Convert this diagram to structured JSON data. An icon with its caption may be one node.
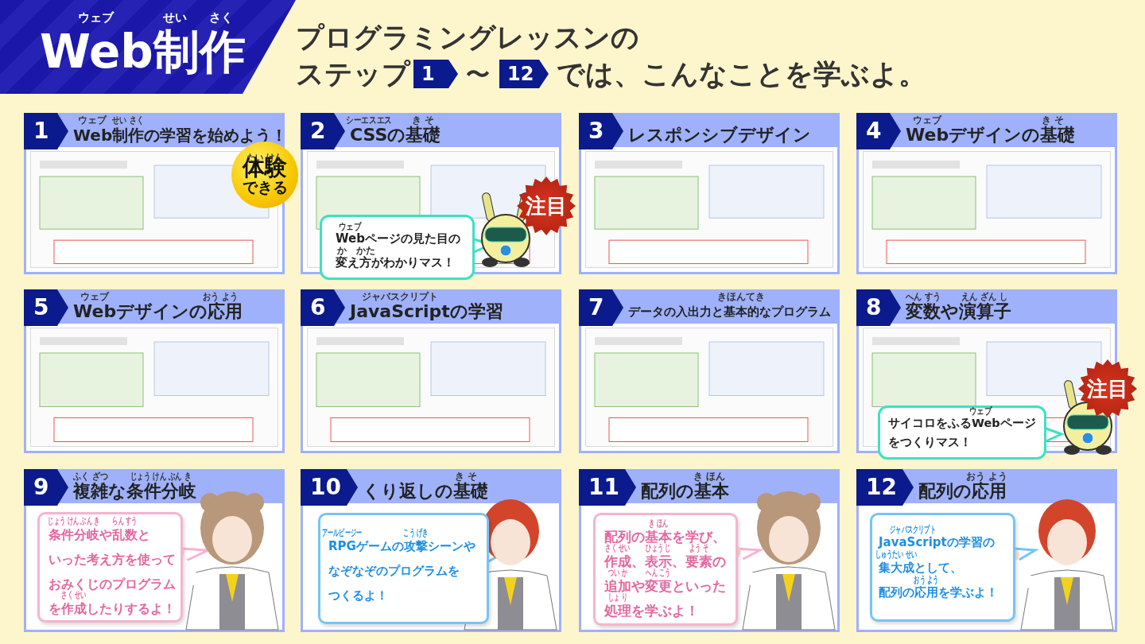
{
  "diagram": {
    "nodes": [
      {
        "text": [
          "Web制作"
        ]
      },
      {
        "text": [
          "1"
        ]
      },
      {
        "text": [
          "12"
        ]
      },
      {
        "text": [
          "Web制作の学習を始めよう！"
        ]
      },
      {
        "text": [
          "1"
        ],
        "in": 3
      },
      {
        "text": [
          "体験できる"
        ]
      },
      {
        "text": [
          "CSSの基礎"
        ]
      },
      {
        "text": [
          "2"
        ],
        "in": 6
      },
      {
        "text": [
          "Webページの見た目の変え方がわかりマス！"
        ]
      },
      {
        "text": [
          "注目"
        ]
      },
      {
        "text": [
          "レスポンシブデザイン"
        ]
      },
      {
        "text": [
          "3"
        ],
        "in": 10
      },
      {
        "text": [
          "Webデザインの基礎"
        ]
      },
      {
        "text": [
          "4"
        ],
        "in": 12
      },
      {
        "text": [
          "Webデザインの応用"
        ]
      },
      {
        "text": [
          "5"
        ],
        "in": 14
      },
      {
        "text": [
          "JavaScriptの学習"
        ]
      },
      {
        "text": [
          "6"
        ],
        "in": 16
      },
      {
        "text": [
          "データの入出力と基本的なプログラム"
        ]
      },
      {
        "text": [
          "7"
        ],
        "in": 18
      },
      {
        "text": [
          "変数や演算子"
        ]
      },
      {
        "text": [
          "8"
        ],
        "in": 20
      },
      {
        "text": [
          "サイコロをふるWebページをつくりマス！"
        ]
      },
      {
        "text": [
          "注目"
        ]
      },
      {
        "text": [
          "複雑な条件分岐"
        ]
      },
      {
        "text": [
          "9"
        ],
        "in": 24
      },
      {
        "text": [
          "条件分岐や乱数といった考え方を使っておみくじのプログラムを作成したりするよ！"
        ],
        "in": 24
      },
      {
        "text": [
          "くり返しの基礎"
        ]
      },
      {
        "text": [
          "10"
        ],
        "in": 27
      },
      {
        "text": [
          "RPGゲームの攻撃シーンやなぞなぞのプログラムをつくるよ！"
        ],
        "in": 27
      },
      {
        "text": [
          "配列の基本"
        ]
      },
      {
        "text": [
          "11"
        ],
        "in": 30
      },
      {
        "text": [
          "配列の基本を学び、作成、表示、要素の追加や変更といった処理を学ぶよ！"
        ],
        "in": 30
      },
      {
        "text": [
          "配列の応用"
        ]
      },
      {
        "text": [
          "12"
        ],
        "in": 33
      },
      {
        "text": [
          "JavaScriptの学習の集大成として、配列の応用を学ぶよ！"
        ],
        "in": 33
      }
    ],
    "labels": [
      "ウェブ",
      "せい",
      "さく",
      "プログラミングレッスンの",
      "ステップ",
      "〜",
      "では、こんなことを学ぶよ。",
      "ウェブ",
      "せい さく",
      "シーエスエス",
      "き そ",
      "たい けん",
      "ウェブ",
      "か",
      "かた",
      "ウェブ",
      "き そ",
      "ウェブ",
      "おう よう",
      "ジャバスクリプト",
      "きほんてき",
      "へん すう",
      "えん ざん し",
      "ウェブ",
      "ふく ざつ",
      "じょう けん ぶん き",
      "じょう けん ぶん き",
      "らん すう",
      "さく せい",
      "き そ",
      "アールピージー",
      "こう げき",
      "き ほん",
      "き ほん",
      "さく せい",
      "ひょう じ",
      "よう そ",
      "つい か",
      "へん こう",
      "しょ り",
      "おう よう",
      "ジャバスクリプト",
      "しゅうたい せい",
      "おう よう"
    ]
  }
}
